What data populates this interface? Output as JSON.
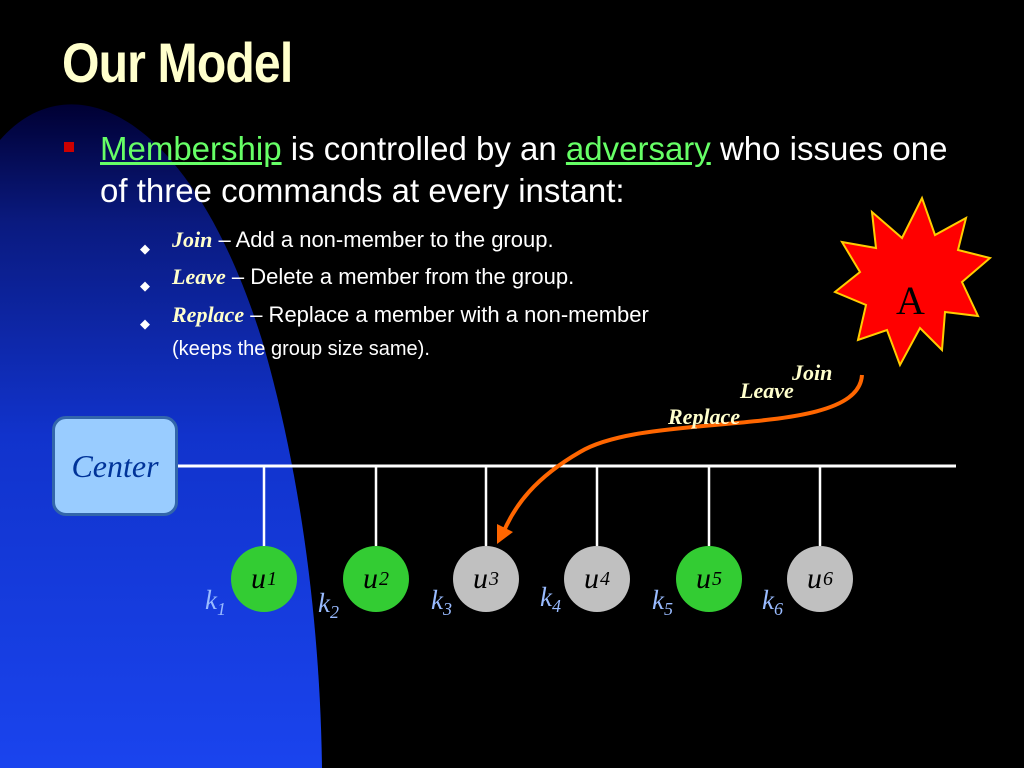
{
  "slide": {
    "title": "Our Model",
    "intro": {
      "word1": "Membership",
      "text1": " is controlled by an ",
      "word2": "adversary",
      "text2": " who issues one of three commands at every instant:"
    },
    "commands": [
      {
        "name": "Join",
        "desc": " – Add a non-member to the group."
      },
      {
        "name": "Leave",
        "desc": " – Delete a member from the group."
      },
      {
        "name": "Replace",
        "desc": " – Replace a member with a non-member"
      }
    ],
    "replace_note": "(keeps the group size same)."
  },
  "diagram": {
    "center_label": "Center",
    "adversary_letter": "A",
    "arrow_labels": [
      "Join",
      "Leave",
      "Replace"
    ],
    "members": [
      {
        "letter": "u",
        "index": "1",
        "key_letter": "k",
        "key_index": "1",
        "status": "member"
      },
      {
        "letter": "u",
        "index": "2",
        "key_letter": "k",
        "key_index": "2",
        "status": "member"
      },
      {
        "letter": "u",
        "index": "3",
        "key_letter": "k",
        "key_index": "3",
        "status": "non-member"
      },
      {
        "letter": "u",
        "index": "4",
        "key_letter": "k",
        "key_index": "4",
        "status": "non-member"
      },
      {
        "letter": "u",
        "index": "5",
        "key_letter": "k",
        "key_index": "5",
        "status": "member"
      },
      {
        "letter": "u",
        "index": "6",
        "key_letter": "k",
        "key_index": "6",
        "status": "non-member"
      }
    ]
  },
  "colors": {
    "background": "#000000",
    "blue_wave": "#1133cc",
    "title": "#ffffcc",
    "link": "#66ff66",
    "member_node": "#33cc33",
    "nonmember_node": "#c0c0c0",
    "arrow": "#ff6600",
    "star": "#ff0000"
  }
}
